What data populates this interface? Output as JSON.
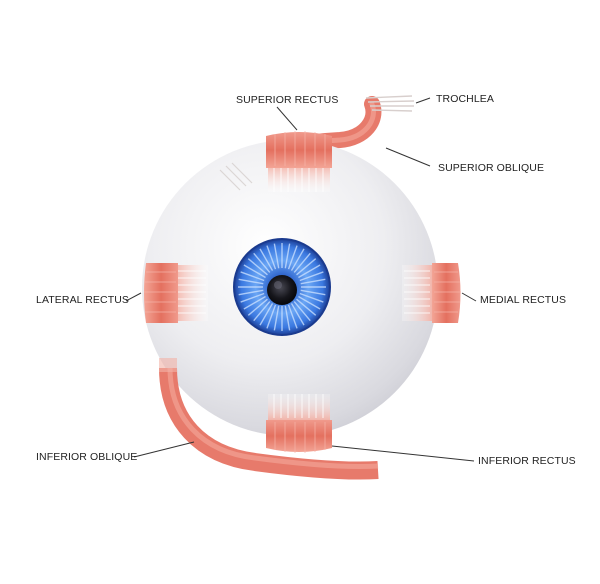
{
  "labels": {
    "superior_rectus": "SUPERIOR RECTUS",
    "trochlea": "TROCHLEA",
    "superior_oblique": "SUPERIOR  OBLIQUE",
    "lateral_rectus": "LATERAL RECTUS",
    "medial_rectus": "MEDIAL RECTUS",
    "inferior_oblique": "INFERIOR OBLIQUE",
    "inferior_rectus": "INFERIOR RECTUS"
  },
  "colors": {
    "background": "#ffffff",
    "sclera": "#efeff2",
    "iris": "#3f7fe6",
    "pupil": "#1a1a22",
    "muscle": "#e8796b",
    "tendon": "#ffffff",
    "leader_line": "#333333"
  }
}
